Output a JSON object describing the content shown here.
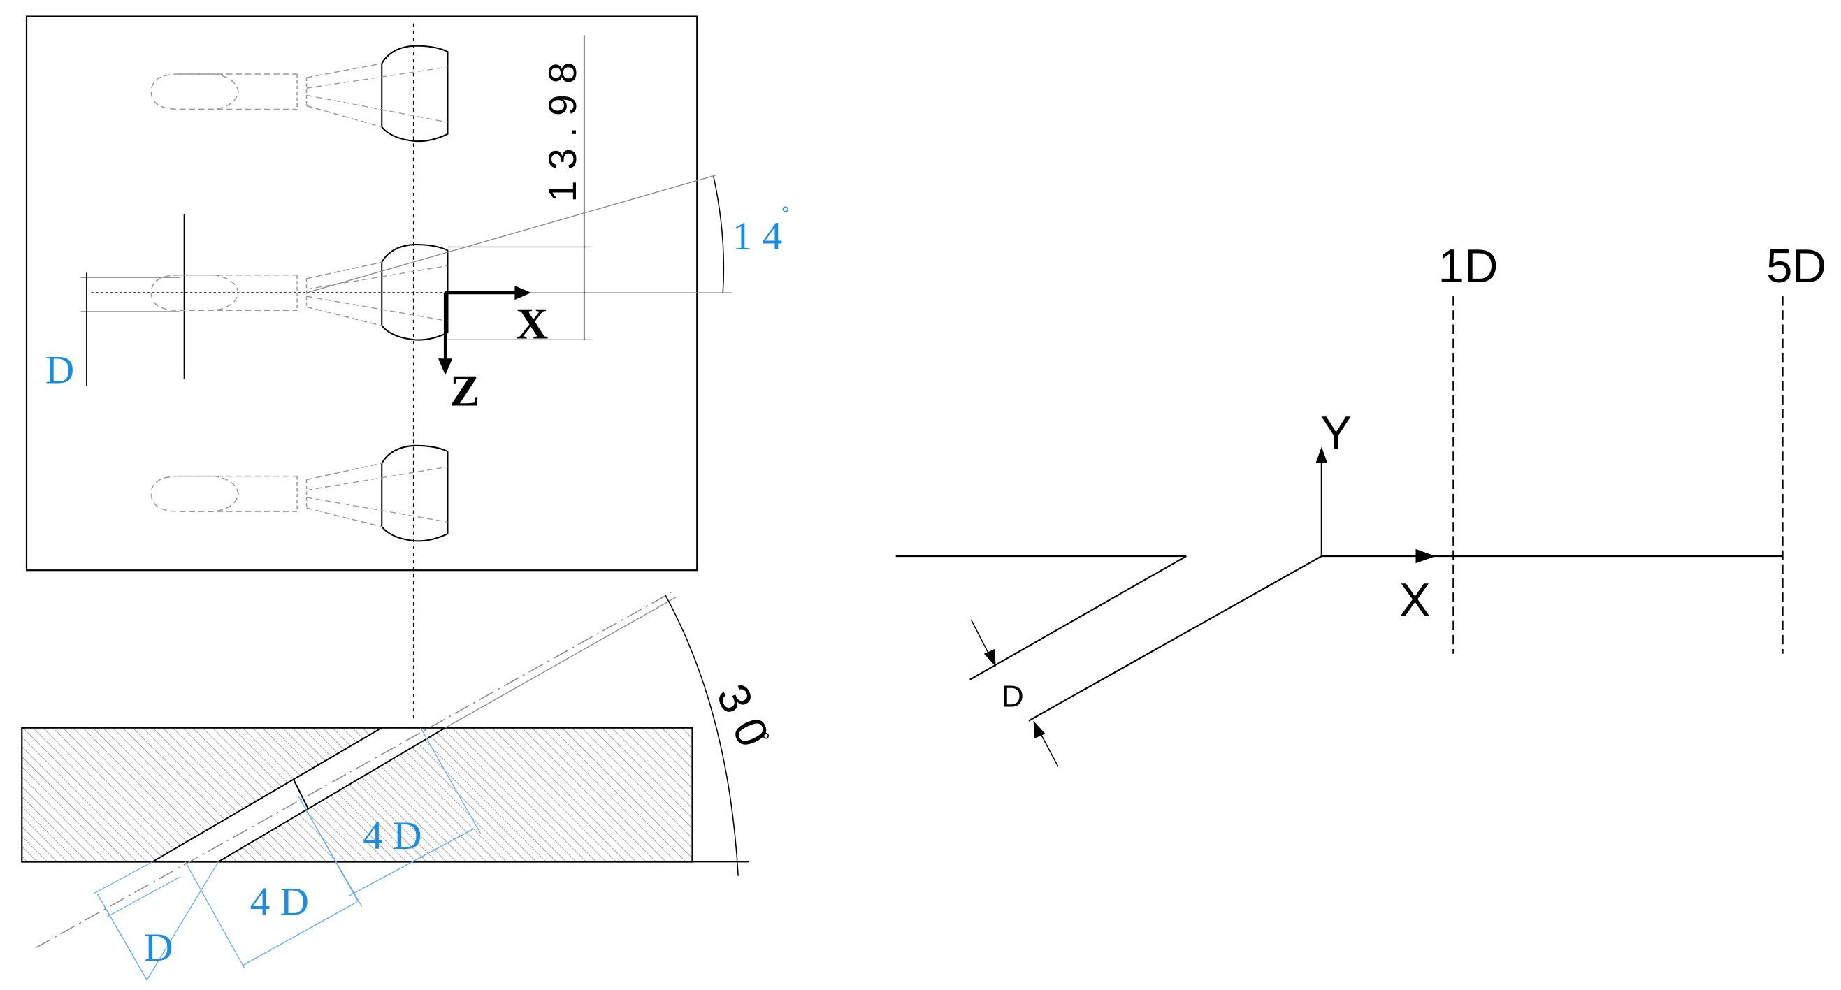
{
  "colors": {
    "ink": "#000000",
    "dimension_blue": "#1a8ce6",
    "construction": "#8a8a8a",
    "hatch": "#9a9a9a",
    "background": "#ffffff"
  },
  "top_view": {
    "spacing_label": "1 3 . 9 8",
    "angle_label": "1 4",
    "degree_mark": "°",
    "diameter_label": "D",
    "x_axis_label": "X",
    "z_axis_label": "Z"
  },
  "section_view": {
    "angle_label": "3 0",
    "degree_mark": "°",
    "length_label_upper": "4 D",
    "length_label_lower": "4 D",
    "diameter_label": "D"
  },
  "side_schematic": {
    "y_axis_label": "Y",
    "x_axis_label": "X",
    "station_1_label": "1D",
    "station_5_label": "5D",
    "diameter_label": "D"
  }
}
